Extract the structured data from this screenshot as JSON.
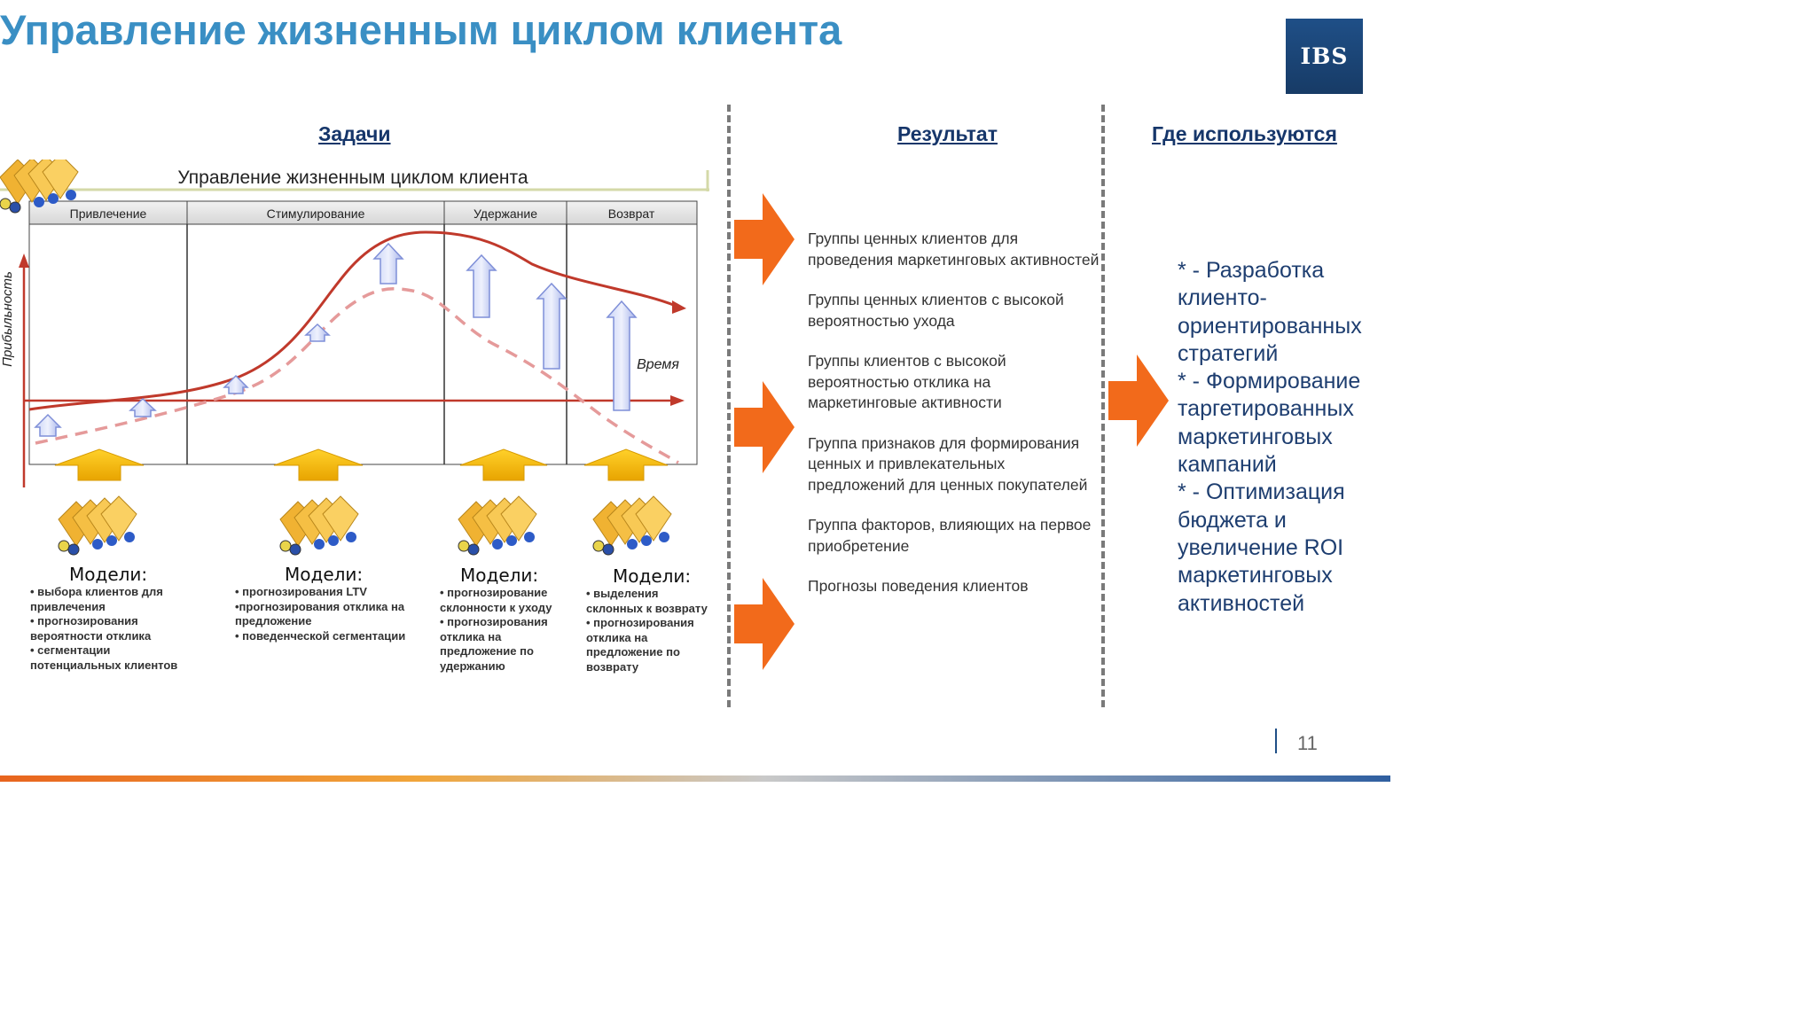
{
  "title": "Управление жизненным циклом клиента",
  "logo": "IBS",
  "columns": {
    "tasks": "Задачи",
    "result": "Результат",
    "usage": "Где используются"
  },
  "diagram": {
    "banner": "Управление жизненным циклом клиента",
    "stages": [
      "Привлечение",
      "Стимулирование",
      "Удержание",
      "Возврат"
    ],
    "y_axis": "Прибыльность",
    "x_axis": "Время",
    "model_title": "Модели:",
    "models": [
      [
        "• выбора клиентов для",
        "привлечения",
        "• прогнозирования",
        "вероятности отклика",
        "• сегментации",
        "потенциальных клиентов"
      ],
      [
        "• прогнозирования LTV",
        "•прогнозирования отклика на",
        "предложение",
        "• поведенческой сегментации"
      ],
      [
        "• прогнозирование",
        "склонности к уходу",
        "• прогнозирования",
        "отклика на",
        "предложение по",
        "удержанию"
      ],
      [
        "• выделения",
        "склонных к возврату",
        "• прогнозирования",
        "отклика на",
        "предложение по",
        "возврату"
      ]
    ]
  },
  "results": [
    "Группы ценных клиентов для проведения маркетинговых активностей",
    "Группы ценных клиентов с высокой вероятностью ухода",
    "Группы клиентов с высокой вероятностью отклика на маркетинговые активности",
    "Группа признаков для формирования ценных и привлекательных предложений для ценных покупателей",
    "Группа факторов, влияющих на первое приобретение",
    "Прогнозы поведения клиентов"
  ],
  "usage": [
    "* - Разработка клиенто-ориентированных стратегий",
    "* - Формирование таргетированных маркетинговых кампаний",
    "* - Оптимизация бюджета и увеличение ROI маркетинговых активностей"
  ],
  "page_number": "11",
  "colors": {
    "title": "#3a8fc4",
    "arrow": "#f26a1b",
    "curve": "#c0392b",
    "dashed_curve": "#e59a9a",
    "up_arrow": "#a9b8ee",
    "yellow_arrow": "#f7b500",
    "header_text": "#16366a"
  }
}
